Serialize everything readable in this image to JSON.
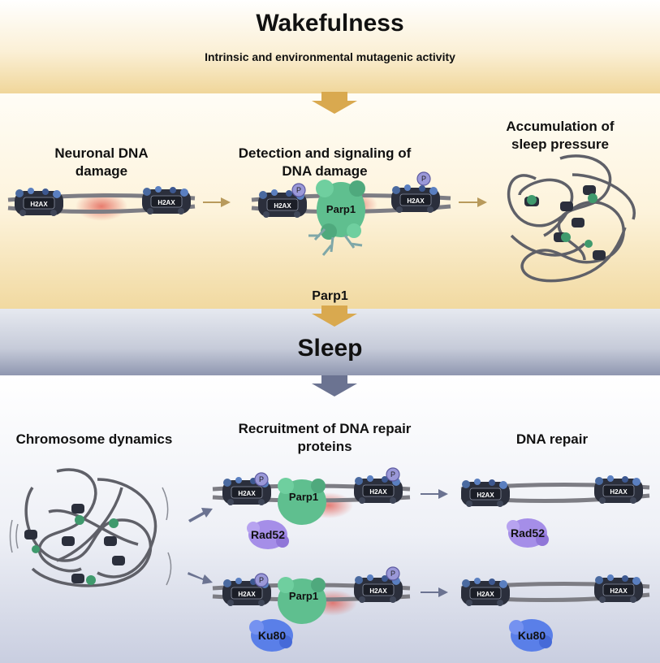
{
  "wake": {
    "title": "Wakefulness",
    "subtitle": "Intrinsic and environmental mutagenic activity",
    "step1": "Neuronal DNA damage",
    "step2": "Detection and signaling of DNA damage",
    "step3": "Accumulation of sleep pressure"
  },
  "transition_label": "Parp1",
  "sleep": {
    "title": "Sleep",
    "step1": "Chromosome dynamics",
    "step2": "Recruitment of DNA repair proteins",
    "step3": "DNA repair"
  },
  "proteins": {
    "histone": "H2AX",
    "phospho": "P",
    "parp": "Parp1",
    "rad": "Rad52",
    "ku": "Ku80"
  },
  "colors": {
    "wake_arrow": "#d9a94f",
    "sleep_arrow": "#6b7391",
    "parp": "#5fbf8f",
    "rad52": "#a58ee8",
    "ku80": "#5a7fe8",
    "histone": "#2b2f3c",
    "damage": "#e0554a"
  }
}
